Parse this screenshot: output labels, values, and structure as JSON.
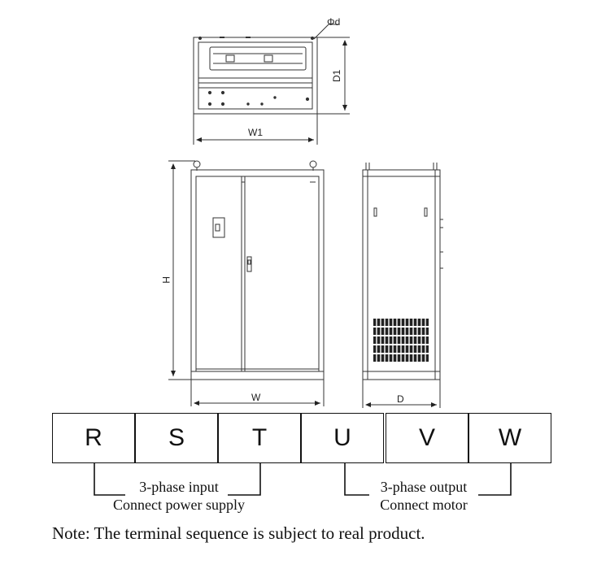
{
  "dimensions": {
    "phi_d": "Φd",
    "d1": "D1",
    "w1": "W1",
    "h": "H",
    "w": "W",
    "d": "D"
  },
  "terminals": [
    "R",
    "S",
    "T",
    "U",
    "V",
    "W"
  ],
  "groups": {
    "input": {
      "title": "3-phase input",
      "subtitle": "Connect power supply"
    },
    "output": {
      "title": "3-phase output",
      "subtitle": "Connect motor"
    }
  },
  "note": "Note: The terminal sequence is subject to real product."
}
